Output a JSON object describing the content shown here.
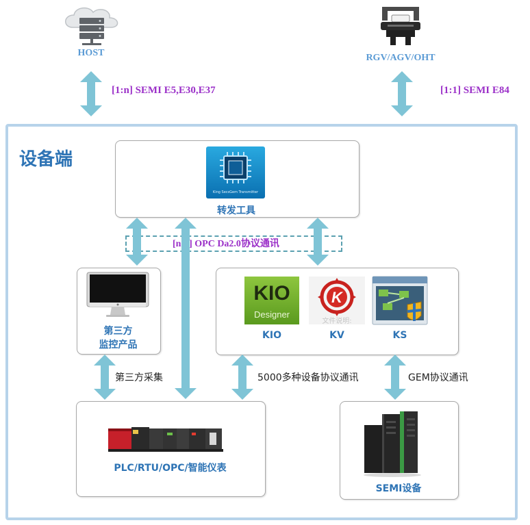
{
  "external": {
    "host_label": "HOST",
    "host_protocol": "[1:n] SEMI E5,E30,E37",
    "rgv_label": "RGV/AGV/OHT",
    "rgv_protocol": "[1:1] SEMI E84"
  },
  "equipment_side": {
    "title": "设备端",
    "transfer_tool": {
      "icon_caption": "King SecsGem Transmitter",
      "label": "转发工具"
    },
    "opc_protocol": "[n:1] OPC Da2.0协议通讯",
    "third_party": {
      "label_line1": "第三方",
      "label_line2": "监控产品"
    },
    "products": [
      {
        "label": "KIO",
        "logo_top": "KIO",
        "logo_bottom": "Designer"
      },
      {
        "label": "KV",
        "logo_text": "K",
        "logo_sub": "文件说明:"
      },
      {
        "label": "KS"
      }
    ],
    "plc_label": "PLC/RTU/OPC/智能仪表",
    "semi_label": "SEMI设备",
    "connections": {
      "third_party_collect": "第三方采集",
      "multi_protocol": "5000多种设备协议通讯",
      "gem_protocol": "GEM协议通讯"
    }
  },
  "colors": {
    "arrow": "#7fc4d6",
    "outer_border": "#b7d3ea",
    "label_blue": "#2e74b5",
    "protocol_purple": "#9b30c8"
  }
}
